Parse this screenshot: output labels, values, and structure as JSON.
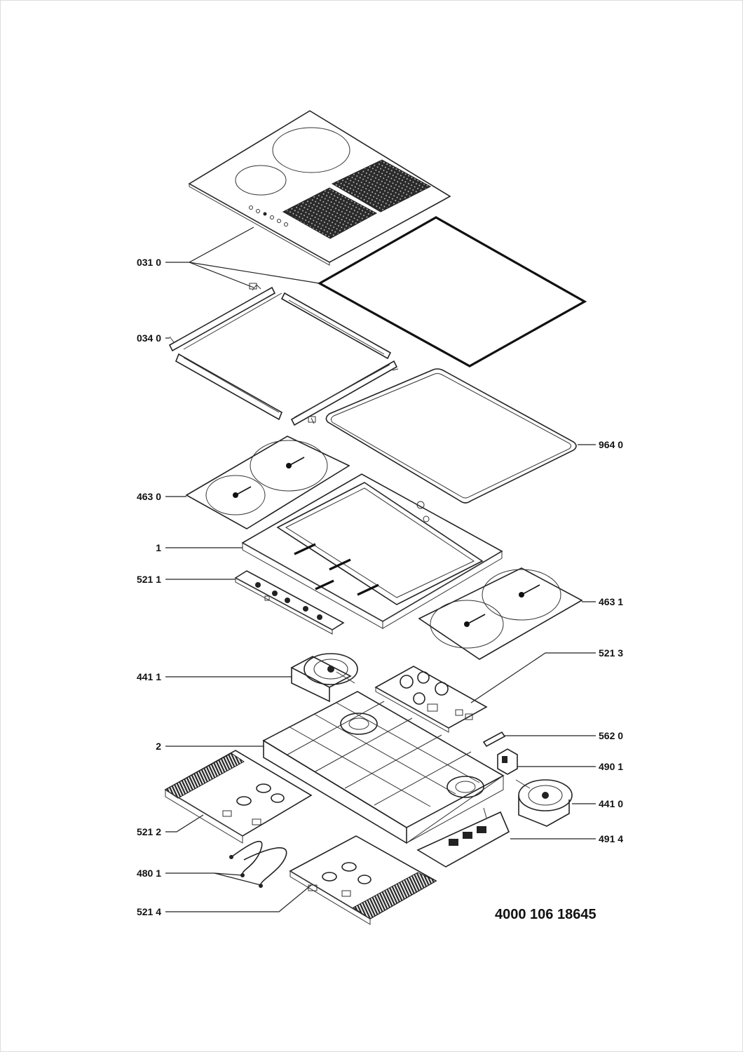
{
  "labels_left": [
    {
      "id": "031",
      "text": "031 0"
    },
    {
      "id": "034",
      "text": "034 0"
    },
    {
      "id": "4630",
      "text": "463 0"
    },
    {
      "id": "1",
      "text": "1"
    },
    {
      "id": "5211",
      "text": "521 1"
    },
    {
      "id": "4411",
      "text": "441 1"
    },
    {
      "id": "2",
      "text": "2"
    },
    {
      "id": "5212",
      "text": "521 2"
    },
    {
      "id": "4801",
      "text": "480 1"
    },
    {
      "id": "5214",
      "text": "521 4"
    }
  ],
  "labels_right": [
    {
      "id": "964",
      "text": "964 0"
    },
    {
      "id": "4631",
      "text": "463 1"
    },
    {
      "id": "5213",
      "text": "521 3"
    },
    {
      "id": "562",
      "text": "562 0"
    },
    {
      "id": "4901",
      "text": "490 1"
    },
    {
      "id": "4410",
      "text": "441 0"
    },
    {
      "id": "4914",
      "text": "491 4"
    }
  ],
  "document_number": "4000 106 18645"
}
